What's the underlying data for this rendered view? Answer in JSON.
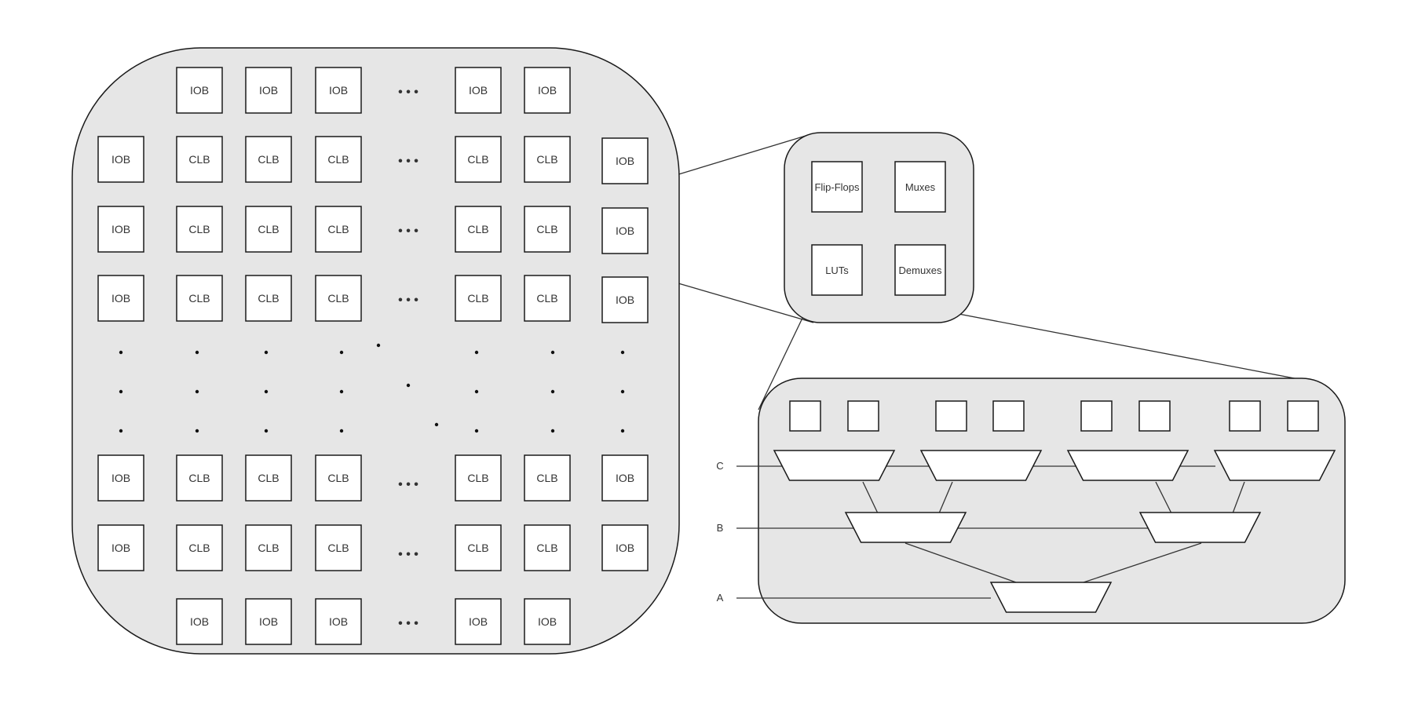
{
  "colors": {
    "panel_fill": "#e6e6e6",
    "block_fill": "#ffffff",
    "stroke": "#1a1a1a",
    "line": "#333333"
  },
  "fpga": {
    "top_row": [
      "IOB",
      "IOB",
      "IOB",
      "IOB",
      "IOB"
    ],
    "middle_rows": [
      [
        "IOB",
        "CLB",
        "CLB",
        "CLB",
        "CLB",
        "CLB",
        "IOB"
      ],
      [
        "IOB",
        "CLB",
        "CLB",
        "CLB",
        "CLB",
        "CLB",
        "IOB"
      ],
      [
        "IOB",
        "CLB",
        "CLB",
        "CLB",
        "CLB",
        "CLB",
        "IOB"
      ],
      [
        "IOB",
        "CLB",
        "CLB",
        "CLB",
        "CLB",
        "CLB",
        "IOB"
      ],
      [
        "IOB",
        "CLB",
        "CLB",
        "CLB",
        "CLB",
        "CLB",
        "IOB"
      ]
    ],
    "bottom_row": [
      "IOB",
      "IOB",
      "IOB",
      "IOB",
      "IOB"
    ],
    "ellipsis": "• • •"
  },
  "clb_detail": {
    "blocks": [
      "Flip-Flops",
      "Muxes",
      "LUTs",
      "Demuxes"
    ]
  },
  "lut_detail": {
    "select_inputs": [
      "C",
      "B",
      "A"
    ],
    "memory_cells": 8,
    "mux_levels": [
      4,
      2,
      1
    ]
  }
}
